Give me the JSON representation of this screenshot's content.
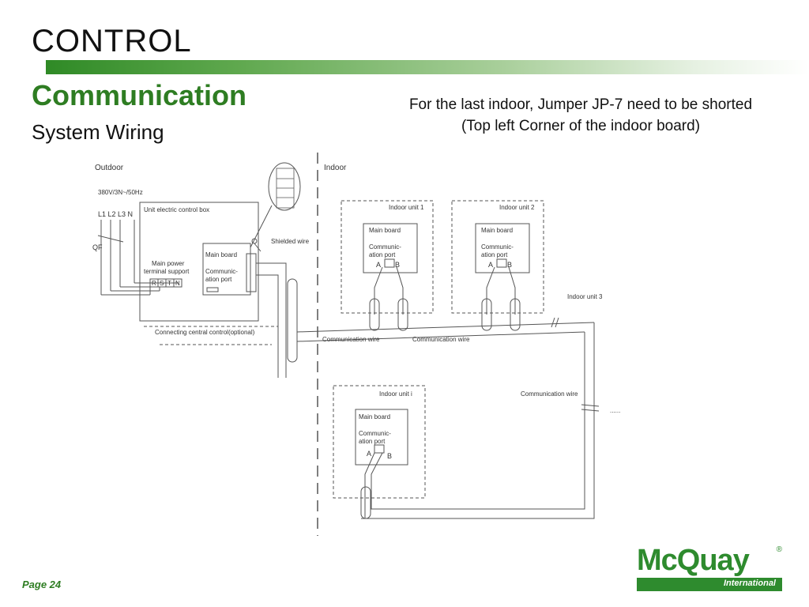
{
  "header": {
    "title": "CONTROL",
    "subtitle": "Communication",
    "section": "System Wiring"
  },
  "note": {
    "text": "For the last indoor, Jumper JP-7 need to be shorted (Top left Corner of the indoor board)"
  },
  "diagram": {
    "outdoor_label": "Outdoor",
    "indoor_label": "Indoor",
    "power_spec": "380V/3N~/50Hz",
    "phases": "L1 L2 L3  N",
    "breaker": "QF",
    "control_box": "Unit electric control box",
    "main_power_line1": "Main power",
    "main_power_line2": "terminal support",
    "terminals": [
      "R",
      "S",
      "T",
      "N"
    ],
    "main_board": "Main board",
    "comm_port_line1": "Communic-",
    "comm_port_line2": "ation port",
    "shielded_wire": "Shielded wire",
    "central_control": "Connecting central control(optional)",
    "comm_wire": "Communication wire",
    "port_a": "A",
    "port_b": "B",
    "indoor_units": [
      "Indoor unit 1",
      "Indoor unit 2",
      "Indoor unit 3",
      "Indoor unit i"
    ],
    "ellipsis": "......"
  },
  "footer": {
    "page": "Page 24"
  },
  "logo": {
    "name": "McQuay",
    "tagline": "International",
    "reg": "®",
    "brand_color": "#2e8b2e"
  },
  "colors": {
    "accent_green": "#2e7d22",
    "line": "#555555"
  }
}
